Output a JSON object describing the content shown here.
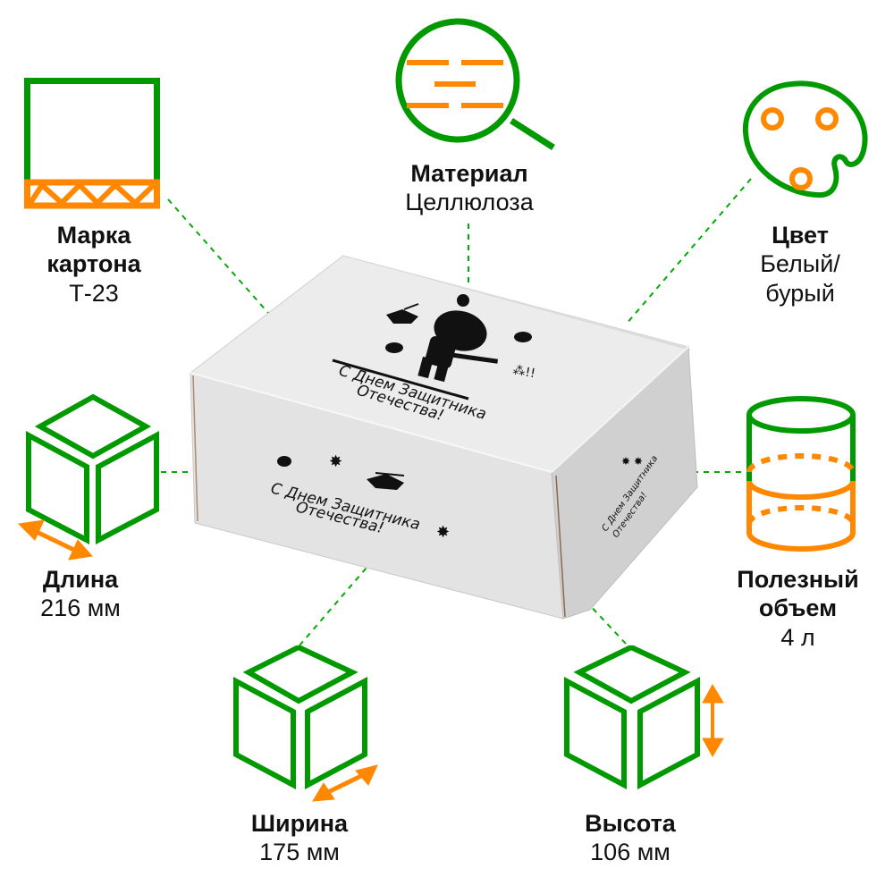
{
  "colors": {
    "green": "#009900",
    "orange": "#ff8800",
    "text": "#111111",
    "box_front": "#e4e4e4",
    "box_top": "#ececec",
    "box_side": "#d2d2d2"
  },
  "product": {
    "name": "gift-box",
    "print_text_line1": "С Днем Защитника",
    "print_text_line2": "Отечества!"
  },
  "specs": [
    {
      "id": "board_grade",
      "title": "Марка картона",
      "title_line1": "Марка",
      "title_line2": "картона",
      "value": "Т-23",
      "icon": "corrugated-board-icon"
    },
    {
      "id": "material",
      "title": "Материал",
      "value": "Целлюлоза",
      "icon": "magnifier-icon"
    },
    {
      "id": "color",
      "title": "Цвет",
      "value": "Белый/ бурый",
      "value_line1": "Белый/",
      "value_line2": "бурый",
      "icon": "palette-icon"
    },
    {
      "id": "length",
      "title": "Длина",
      "value": "216 мм",
      "icon": "cube-length-icon"
    },
    {
      "id": "volume",
      "title": "Полезный объем",
      "title_line1": "Полезный",
      "title_line2": "объем",
      "value": "4 л",
      "icon": "cylinder-volume-icon"
    },
    {
      "id": "width",
      "title": "Ширина",
      "value": "175 мм",
      "icon": "cube-width-icon"
    },
    {
      "id": "height",
      "title": "Высота",
      "value": "106 мм",
      "icon": "cube-height-icon"
    }
  ]
}
